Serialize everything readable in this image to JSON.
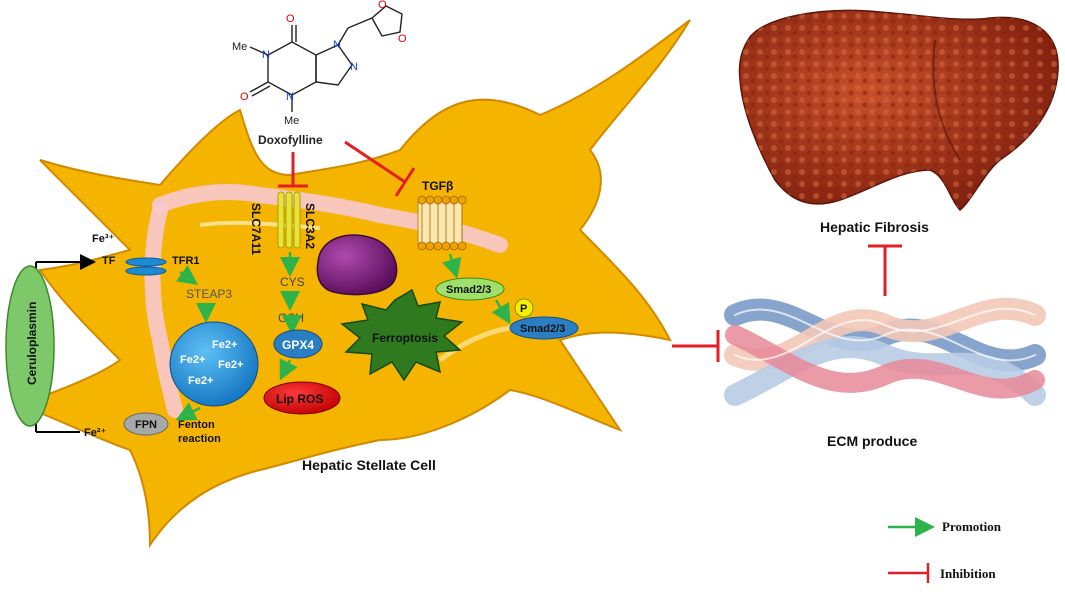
{
  "drug": {
    "name": "Doxofylline",
    "atom_o": "O",
    "atom_n": "N",
    "methyl": "Me"
  },
  "labels": {
    "fe3": "Fe³⁺",
    "tf": "TF",
    "tfr1": "TFR1",
    "steap3": "STEAP3",
    "ceruloplasmin": "Ceruloplasmin",
    "fe2_out": "Fe²⁺",
    "fpn": "FPN",
    "fenton_1": "Fenton",
    "fenton_2": "reaction",
    "fe2_pool": [
      "Fe2+",
      "Fe2+",
      "Fe2+",
      "Fe2+"
    ],
    "slc7a11": "SLC7A11",
    "slc3a2": "SLC3A2",
    "cys": "CYS",
    "gsh": "GSH",
    "gpx4": "GPX4",
    "lip_ros": "Lip ROS",
    "ferroptosis": "Ferroptosis",
    "tgfb": "TGFβ",
    "smad23": "Smad2/3",
    "smad23_p": "Smad2/3",
    "p": "P",
    "cell_name": "Hepatic Stellate Cell",
    "ecm": "ECM produce",
    "hepatic_fibrosis": "Hepatic Fibrosis"
  },
  "legend": {
    "promotion": "Promotion",
    "inhibition": "Inhibition"
  },
  "colors": {
    "cell": "#f5b400",
    "promotion": "#2db34a",
    "inhibition": "#e31e24",
    "fe_pool": "#1e90d8",
    "lip_ros": "#e00000",
    "ferroptosis": "#1e6a1a",
    "gpx4": "#2a7fc4",
    "nucleus": "#7a1a7a",
    "liver": "#a8321a",
    "ceruloplasmin": "#7dc96a"
  }
}
